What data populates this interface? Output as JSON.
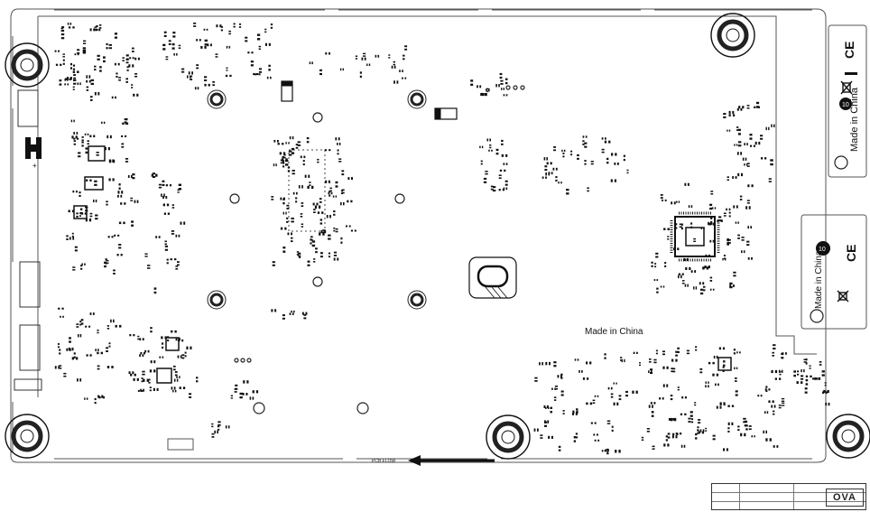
{
  "labels": {
    "made_in_china_center": "Made in China",
    "made_in_china_panel1": "Made in China",
    "made_in_china_panel2": "Made in China",
    "pcb_flow": "PCB FLOW",
    "ce_mark_1": "CE",
    "ce_mark_2": "CE",
    "logo": "OVA"
  },
  "colors": {
    "ink": "#111111",
    "board_outline": "#555555",
    "background": "#ffffff"
  }
}
